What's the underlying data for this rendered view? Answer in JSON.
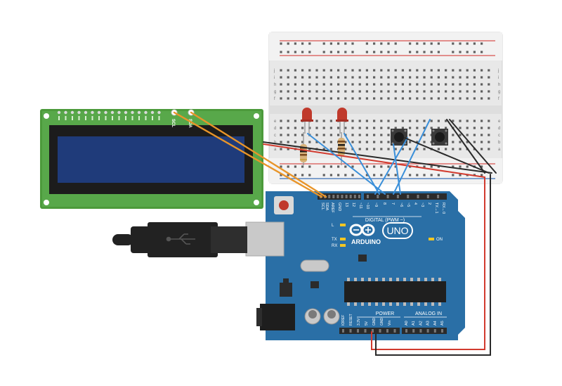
{
  "lcd": {
    "pin_labels": [
      "SCL",
      "SDA"
    ]
  },
  "breadboard": {
    "row_letters_top": [
      "j",
      "i",
      "h",
      "g",
      "f"
    ],
    "row_letters_bottom": [
      "e",
      "d",
      "c",
      "b",
      "a"
    ],
    "colors": {
      "body": "#e9e9e9",
      "rail_red": "#d9534f",
      "rail_blue": "#3b6fb6"
    }
  },
  "arduino": {
    "brand": "ARDUINO",
    "model": "UNO",
    "digital_label": "DIGITAL (PWM ~)",
    "power_label": "POWER",
    "analog_label": "ANALOG IN",
    "on_label": "ON",
    "led_labels": [
      "L",
      "TX",
      "RX"
    ],
    "top_pins": [
      "SCL",
      "SDA",
      "AREF",
      "GND",
      "13",
      "12",
      "~11",
      "~10",
      "~9",
      "8",
      "7",
      "~6",
      "~5",
      "4",
      "~3",
      "2",
      "TX→1",
      "RX←0"
    ],
    "power_pins": [
      "IOREF",
      "RESET",
      "3.3V",
      "5V",
      "GND",
      "GND",
      "Vin"
    ],
    "analog_pins": [
      "A0",
      "A1",
      "A2",
      "A3",
      "A4",
      "A5"
    ],
    "colors": {
      "board": "#2a6fa6",
      "header": "#2b2b2b"
    }
  },
  "wires": {
    "colors": {
      "orange": "#e8952a",
      "blue": "#3a8fd9",
      "black": "#2a2a2a",
      "red": "#d23a2e"
    }
  }
}
